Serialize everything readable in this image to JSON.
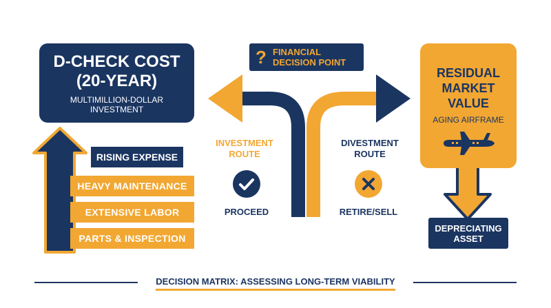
{
  "left_panel": {
    "title_line1": "D-CHECK COST",
    "title_line2": "(20-YEAR)",
    "subtitle_line1": "MULTIMILLION-DOLLAR",
    "subtitle_line2": "INVESTMENT"
  },
  "rising_expense": {
    "label": "RISING EXPENSE",
    "items": [
      "HEAVY MAINTENANCE",
      "EXTENSIVE LABOR",
      "PARTS & INSPECTION"
    ]
  },
  "decision_point": {
    "line1": "FINANCIAL",
    "line2": "DECISION POINT",
    "icon": "question-mark-icon"
  },
  "investment_route": {
    "line1": "INVESTMENT",
    "line2": "ROUTE",
    "action": "PROCEED",
    "icon": "checkmark-icon"
  },
  "divestment_route": {
    "line1": "DIVESTMENT",
    "line2": "ROUTE",
    "action": "RETIRE/SELL",
    "icon": "x-mark-icon"
  },
  "right_panel": {
    "title_line1": "RESIDUAL",
    "title_line2": "MARKET",
    "title_line3": "VALUE",
    "subtitle": "AGING AIRFRAME",
    "icon": "airplane-icon"
  },
  "depreciating": {
    "line1": "DEPRECIATING",
    "line2": "ASSET"
  },
  "footer": {
    "title": "DECISION MATRIX: ASSESSING LONG-TERM VIABILITY"
  },
  "colors": {
    "navy": "#1b3561",
    "orange": "#f2a732",
    "white": "#ffffff"
  }
}
